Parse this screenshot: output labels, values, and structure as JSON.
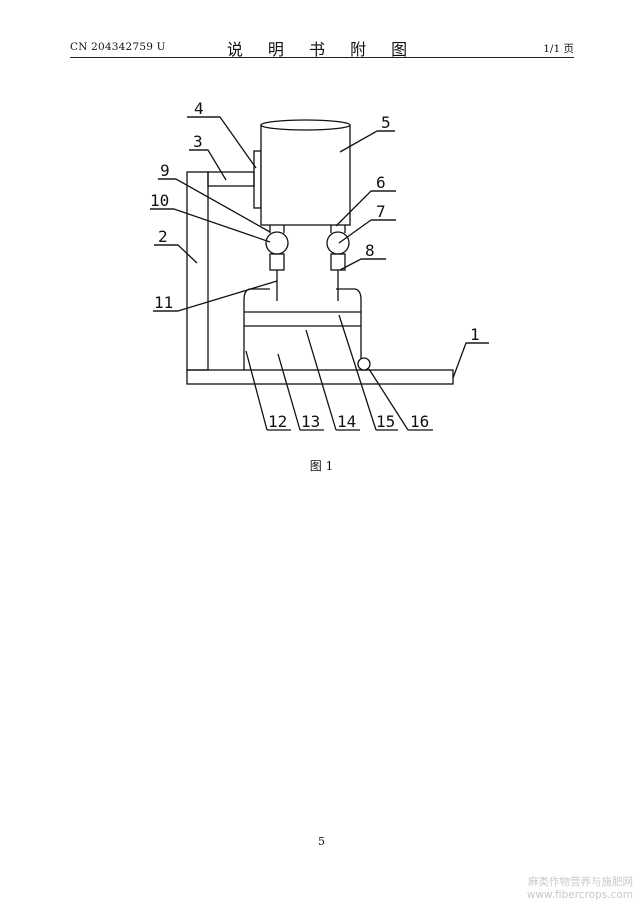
{
  "header": {
    "publication_number": "CN 204342759 U",
    "title": "说 明 书 附 图",
    "page_count": "1/1 页"
  },
  "figure": {
    "caption": "图 1",
    "labels": {
      "n1": "1",
      "n2": "2",
      "n3": "3",
      "n4": "4",
      "n5": "5",
      "n6": "6",
      "n7": "7",
      "n8": "8",
      "n9": "9",
      "n10": "10",
      "n11": "11",
      "n12": "12",
      "n13": "13",
      "n14": "14",
      "n15": "15",
      "n16": "16"
    }
  },
  "footer": {
    "page_number": "5"
  },
  "watermark": {
    "line1": "麻类作物营养与施肥网",
    "line2": "www.fibercrops.com"
  }
}
